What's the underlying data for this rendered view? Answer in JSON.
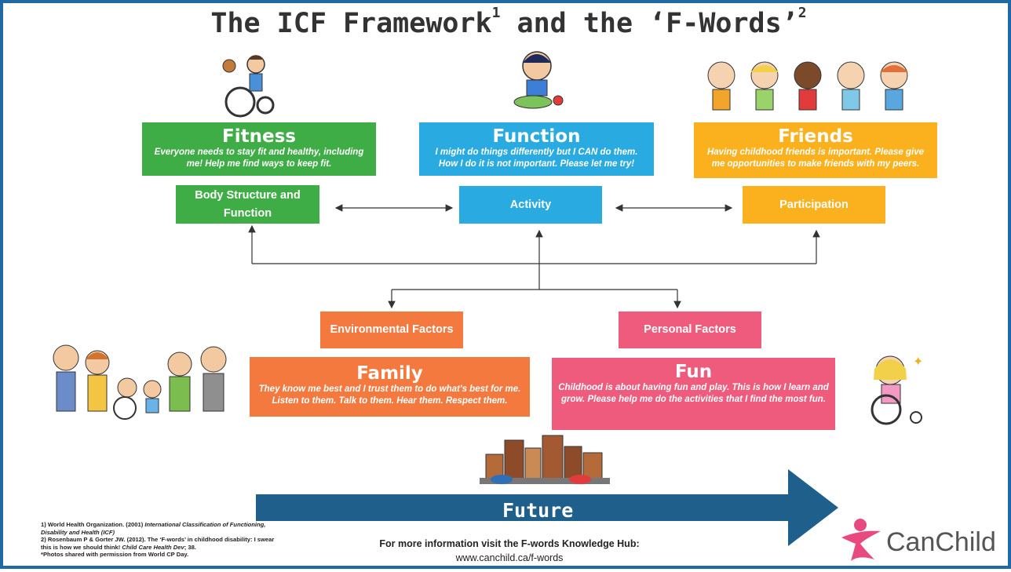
{
  "title": {
    "main": "The ICF Framework",
    "sup1": "1",
    "mid": " and the ‘F-Words’",
    "sup2": "2"
  },
  "fwords": {
    "fitness": {
      "heading": "Fitness",
      "text": "Everyone needs to stay fit and healthy, including me! Help me find ways to keep fit.",
      "color": "#3fad46"
    },
    "function": {
      "heading": "Function",
      "text": "I might do things differently but I CAN do them. How I do it is not important. Please let me try!",
      "color": "#29abe2"
    },
    "friends": {
      "heading": "Friends",
      "text": "Having childhood friends is important. Please give me opportunities to make friends with my peers.",
      "color": "#fbb11e"
    },
    "family": {
      "heading": "Family",
      "text": "They know me best and I trust them to do what's best for me. Listen to them. Talk to them. Hear them. Respect them.",
      "color": "#f4793e"
    },
    "fun": {
      "heading": "Fun",
      "text": "Childhood is about having fun and play. This is how I learn and grow. Please help me do the activities that I find the most fun.",
      "color": "#ef5b7d"
    },
    "future": {
      "heading": "Future",
      "color": "#1e5f8c"
    }
  },
  "icf": {
    "body": "Body Structure and Function",
    "activity": "Activity",
    "participation": "Participation",
    "environmental": "Environmental Factors",
    "personal": "Personal Factors"
  },
  "footnotes": {
    "l1a": "1) World Health Organization. (2001) ",
    "l1b": "International Classification of Functioning, Disability and Health (ICF)",
    "l2a": "2) Rosenbaum P & Gorter JW. (2012). The ‘F-words’ in childhood disability: I swear this is how we should think! ",
    "l2b": "Child Care Health Dev",
    "l2c": "; 38.",
    "l3": "*Photos shared with permission from World CP Day."
  },
  "more_info": "For more information visit the F-words Knowledge Hub:",
  "url": "www.canchild.ca/f-words",
  "logo": "CanChild",
  "colors": {
    "border": "#1f6aa5",
    "logo_pink": "#e84a7f"
  }
}
